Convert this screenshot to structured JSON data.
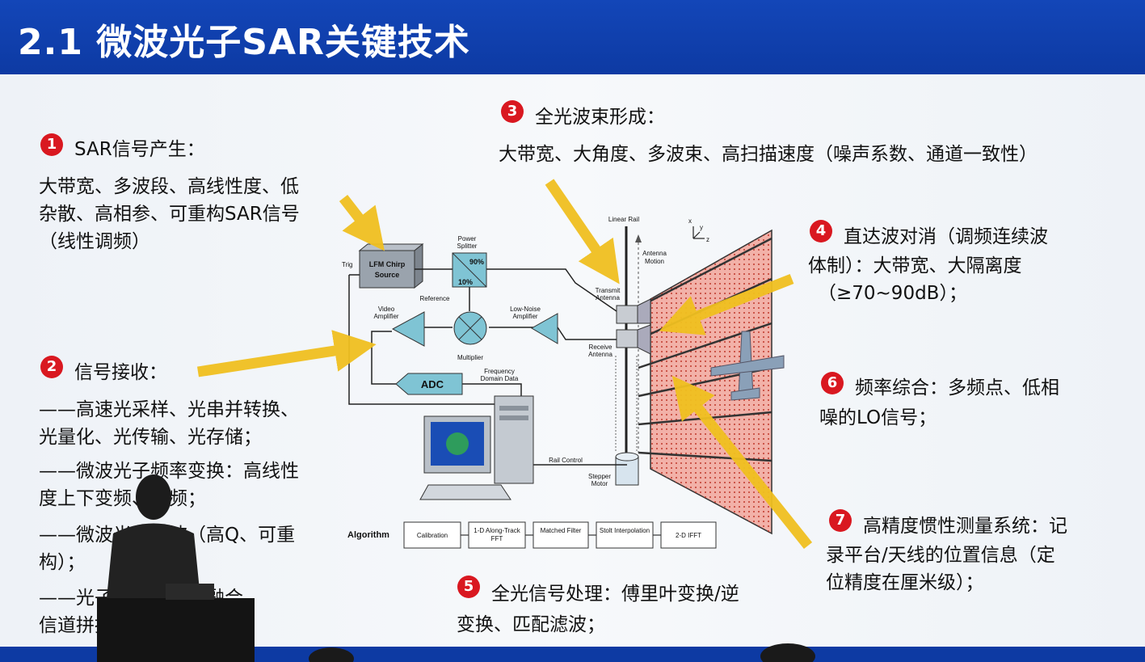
{
  "slide": {
    "title": "2.1 微波光子SAR关键技术"
  },
  "items": [
    {
      "num": "1",
      "heading": "SAR信号产生：",
      "lines": [
        "大带宽、多波段、高线性度、低",
        "杂散、高相参、可重构SAR信号",
        "（线性调频）"
      ]
    },
    {
      "num": "2",
      "heading": "信号接收：",
      "lines": [
        "——高速光采样、光串并转换、",
        "光量化、光传输、光存储；",
        "——微波光子频率变换：高线性",
        "度上下变频、混频；",
        "——微波光子滤波（高Q、可重",
        "构）；",
        "——光子接收（相参融合，",
        "信道拼接）"
      ]
    },
    {
      "num": "3",
      "heading": "全光波束形成：",
      "lines": [
        "大带宽、大角度、多波束、高扫描速度（噪声系数、通道一致性）"
      ]
    },
    {
      "num": "4",
      "heading": "直达波对消（调频连续波",
      "lines": [
        "体制）：大带宽、大隔离度",
        "（≥70~90dB）；"
      ]
    },
    {
      "num": "5",
      "heading": "全光信号处理：傅里叶变换/逆",
      "lines": [
        "变换、匹配滤波；"
      ]
    },
    {
      "num": "6",
      "heading": "频率综合：多频点、低相",
      "lines": [
        "噪的LO信号；"
      ]
    },
    {
      "num": "7",
      "heading": "高精度惯性测量系统：记",
      "lines": [
        "录平台/天线的位置信息（定",
        "位精度在厘米级）；"
      ]
    }
  ],
  "diagram": {
    "lfm": [
      "LFM Chirp",
      "Source"
    ],
    "trig": "Trig",
    "power_splitter": [
      "Power",
      "Splitter"
    ],
    "ps_top": "90%",
    "ps_bottom": "10%",
    "reference": "Reference",
    "video_amp": [
      "Video",
      "Amplifier"
    ],
    "lna": [
      "Low-Noise",
      "Amplifier"
    ],
    "multiplier": "Multiplier",
    "adc": "ADC",
    "freq_data": [
      "Frequency",
      "Domain Data"
    ],
    "linear_rail": "Linear Rail",
    "antenna_motion": [
      "Antenna",
      "Motion"
    ],
    "transmit_antenna": [
      "Transmit",
      "Antenna"
    ],
    "receive_antenna": [
      "Receive",
      "Antenna"
    ],
    "rail_control": "Rail Control",
    "stepper_motor": [
      "Stepper",
      "Motor"
    ],
    "algorithm": "Algorithm",
    "steps": [
      "Calibration",
      "1-D Along-Track FFT",
      "Matched Filter",
      "Stolt Interpolation",
      "2-D IFFT"
    ],
    "axis_x": "x",
    "axis_z": "z",
    "axis_y": "y"
  },
  "colors": {
    "header": "#0d3aa3",
    "badge": "#d91820",
    "arrow": "#f0c020",
    "target": "#e8887c"
  }
}
